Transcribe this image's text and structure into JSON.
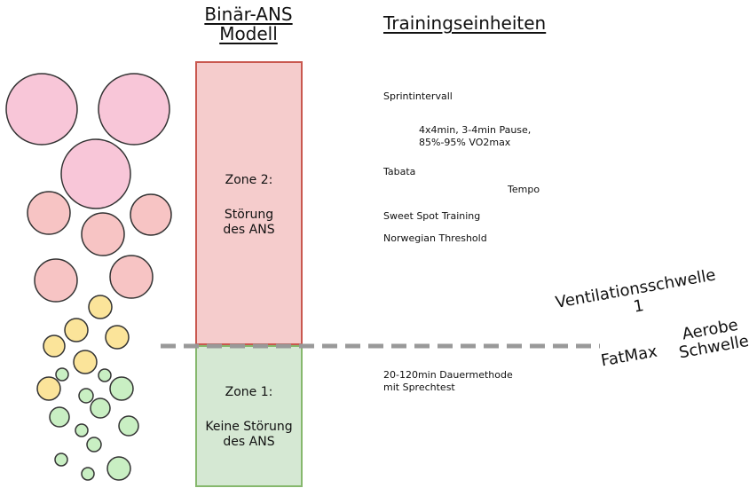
{
  "headings": {
    "binar_line1": "Binär-ANS",
    "binar_line2": "Modell",
    "training": "Trainingseinheiten"
  },
  "zones": {
    "zone2": {
      "title": "Zone 2:",
      "desc_line1": "Störung",
      "desc_line2": "des ANS"
    },
    "zone1": {
      "title": "Zone 1:",
      "desc_line1": "Keine Störung",
      "desc_line2": "des ANS"
    }
  },
  "training_items": {
    "sprint": "Sprintintervall",
    "intervals_line1": "4x4min, 3-4min Pause,",
    "intervals_line2": "85%-95% VO2max",
    "tabata": "Tabata",
    "tempo": "Tempo",
    "sweet_spot": "Sweet Spot Training",
    "norwegian": "Norwegian Threshold",
    "endurance_line1": "20-120min Dauermethode",
    "endurance_line2": "mit Sprechtest"
  },
  "thresholds": {
    "vent_line1": "Ventilationsschwelle",
    "vent_line2": "1",
    "fatmax": "FatMax",
    "aerobe_line1": "Aerobe",
    "aerobe_line2": "Schwelle"
  },
  "colors": {
    "zone2_fill": "#f5cccc",
    "zone2_border": "#c9584f",
    "zone1_fill": "#d5e8d3",
    "zone1_border": "#86b86d",
    "ball_pink_large": "#f8c6d8",
    "ball_pink_medium": "#f7c4c4",
    "ball_yellow": "#fbe49a",
    "ball_green": "#c9efc3",
    "dashed_line": "#999999"
  }
}
